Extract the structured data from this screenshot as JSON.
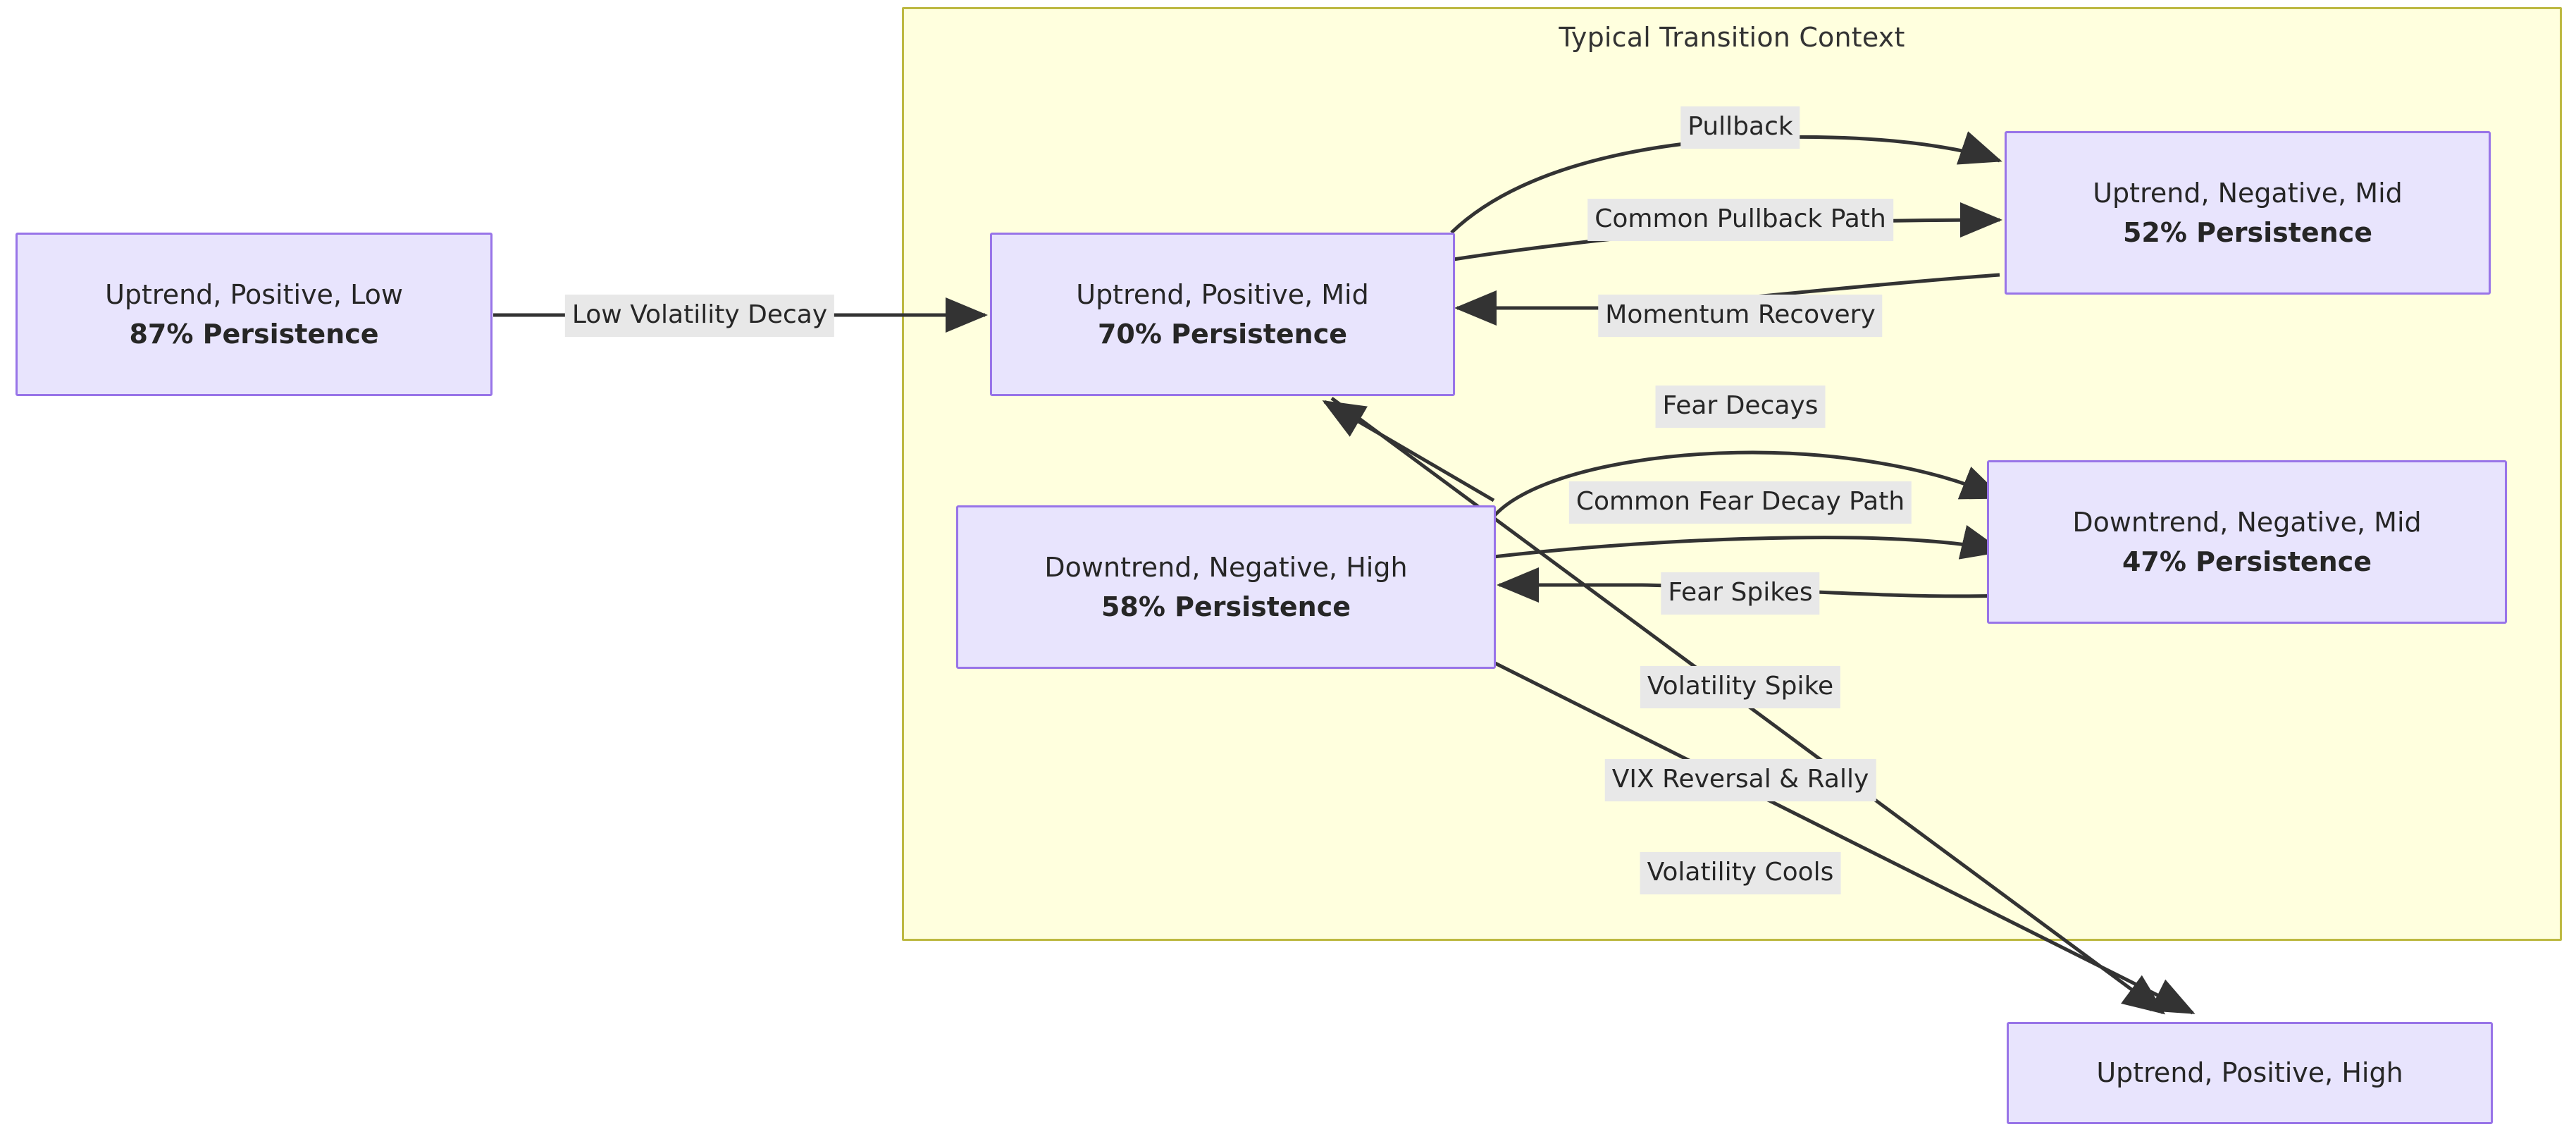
{
  "diagram": {
    "type": "state-transition-flowchart",
    "background": "#ffffff",
    "node_fill": "#e8e4fd",
    "node_border": "#9874e8",
    "subgraph_fill": "#ffffde",
    "subgraph_border": "#bdb942",
    "edge_label_bg": "#e8e8e8",
    "edge_color": "#333333"
  },
  "subgraph": {
    "title": "Typical Transition Context"
  },
  "nodes": [
    {
      "id": "uptrend-positive-low",
      "line1": "Uptrend, Positive, Low",
      "line2": "87% Persistence",
      "persistence": 87
    },
    {
      "id": "uptrend-positive-mid",
      "line1": "Uptrend, Positive, Mid",
      "line2": "70% Persistence",
      "persistence": 70
    },
    {
      "id": "uptrend-negative-mid",
      "line1": "Uptrend, Negative, Mid",
      "line2": "52% Persistence",
      "persistence": 52
    },
    {
      "id": "downtrend-negative-high",
      "line1": "Downtrend, Negative, High",
      "line2": "58% Persistence",
      "persistence": 58
    },
    {
      "id": "downtrend-negative-mid",
      "line1": "Downtrend, Negative, Mid",
      "line2": "47% Persistence",
      "persistence": 47
    },
    {
      "id": "uptrend-positive-high",
      "line1": "Uptrend, Positive, High",
      "line2": "",
      "persistence": null
    }
  ],
  "edges": [
    {
      "id": "low-volatility-decay",
      "label": "Low Volatility Decay",
      "from": "uptrend-positive-low",
      "to": "uptrend-positive-mid"
    },
    {
      "id": "pullback",
      "label": "Pullback",
      "from": "uptrend-positive-mid",
      "to": "uptrend-negative-mid"
    },
    {
      "id": "common-pullback-path",
      "label": "Common Pullback Path",
      "from": "uptrend-positive-mid",
      "to": "uptrend-negative-mid"
    },
    {
      "id": "momentum-recovery",
      "label": "Momentum Recovery",
      "from": "uptrend-negative-mid",
      "to": "uptrend-positive-mid"
    },
    {
      "id": "fear-decays",
      "label": "Fear Decays",
      "from": "downtrend-negative-high",
      "to": "downtrend-negative-mid"
    },
    {
      "id": "common-fear-decay-path",
      "label": "Common Fear Decay Path",
      "from": "downtrend-negative-high",
      "to": "downtrend-negative-mid"
    },
    {
      "id": "fear-spikes",
      "label": "Fear Spikes",
      "from": "downtrend-negative-mid",
      "to": "downtrend-negative-high"
    },
    {
      "id": "volatility-spike",
      "label": "Volatility Spike",
      "from": "uptrend-positive-mid",
      "to": "uptrend-positive-high"
    },
    {
      "id": "vix-reversal-rally",
      "label": "VIX Reversal & Rally",
      "from": "downtrend-negative-high",
      "to": "uptrend-positive-high"
    },
    {
      "id": "volatility-cools",
      "label": "Volatility Cools",
      "from": "downtrend-negative-high",
      "to": "uptrend-positive-mid"
    }
  ]
}
